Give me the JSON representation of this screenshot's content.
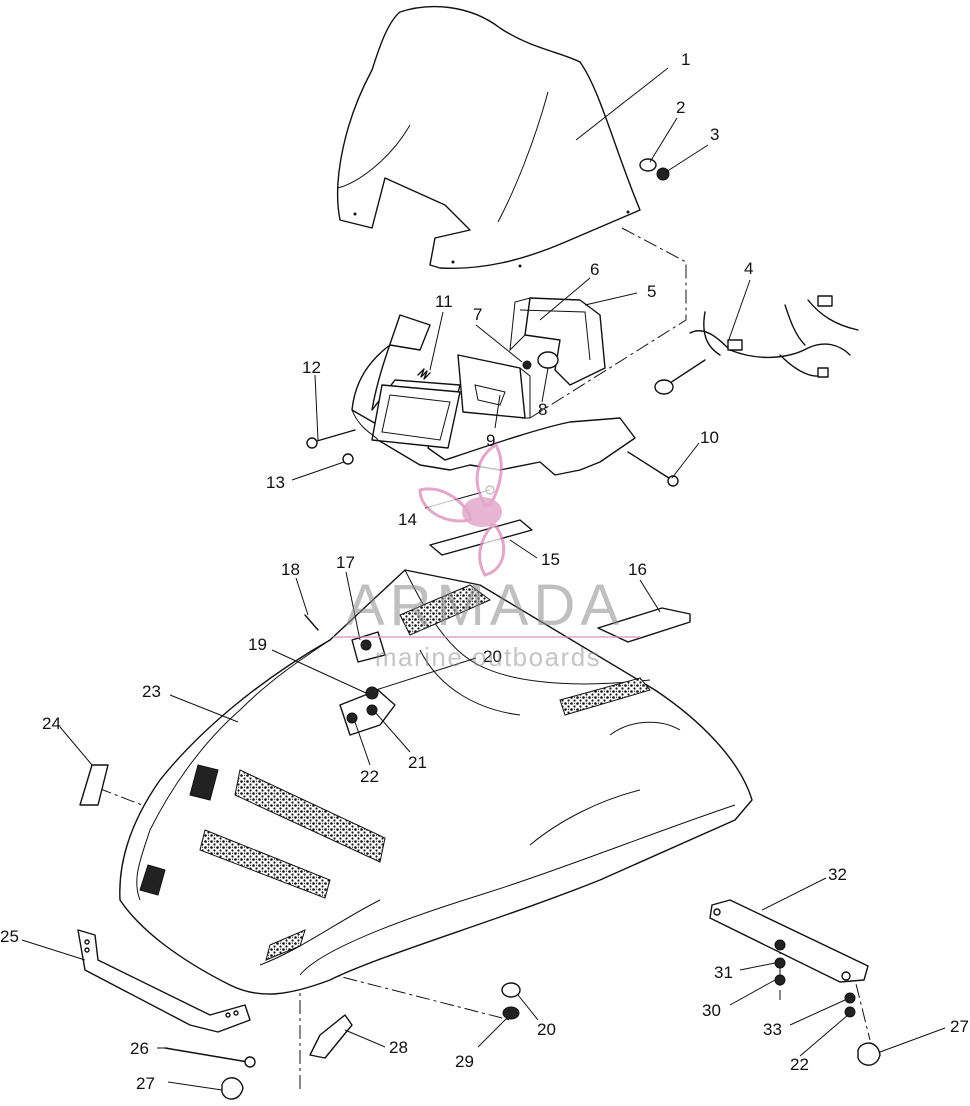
{
  "watermark": {
    "brand": "ARMADA",
    "tagline": "marine outboards",
    "accent_color": "#d98ab8",
    "text_color": "#8c8c8c"
  },
  "callouts": [
    {
      "id": "1",
      "label": "1"
    },
    {
      "id": "2",
      "label": "2"
    },
    {
      "id": "3",
      "label": "3"
    },
    {
      "id": "4",
      "label": "4"
    },
    {
      "id": "5",
      "label": "5"
    },
    {
      "id": "6",
      "label": "6"
    },
    {
      "id": "7",
      "label": "7"
    },
    {
      "id": "8",
      "label": "8"
    },
    {
      "id": "9",
      "label": "9"
    },
    {
      "id": "10",
      "label": "10"
    },
    {
      "id": "11",
      "label": "11"
    },
    {
      "id": "12",
      "label": "12"
    },
    {
      "id": "13",
      "label": "13"
    },
    {
      "id": "14",
      "label": "14"
    },
    {
      "id": "15",
      "label": "15"
    },
    {
      "id": "16",
      "label": "16"
    },
    {
      "id": "17",
      "label": "17"
    },
    {
      "id": "18",
      "label": "18"
    },
    {
      "id": "19",
      "label": "19"
    },
    {
      "id": "20a",
      "label": "20"
    },
    {
      "id": "21",
      "label": "21"
    },
    {
      "id": "22a",
      "label": "22"
    },
    {
      "id": "23",
      "label": "23"
    },
    {
      "id": "24",
      "label": "24"
    },
    {
      "id": "25",
      "label": "25"
    },
    {
      "id": "26",
      "label": "26"
    },
    {
      "id": "27a",
      "label": "27"
    },
    {
      "id": "28",
      "label": "28"
    },
    {
      "id": "29",
      "label": "29"
    },
    {
      "id": "20b",
      "label": "20"
    },
    {
      "id": "32",
      "label": "32"
    },
    {
      "id": "31",
      "label": "31"
    },
    {
      "id": "30",
      "label": "30"
    },
    {
      "id": "33",
      "label": "33"
    },
    {
      "id": "22b",
      "label": "22"
    },
    {
      "id": "27b",
      "label": "27"
    }
  ]
}
